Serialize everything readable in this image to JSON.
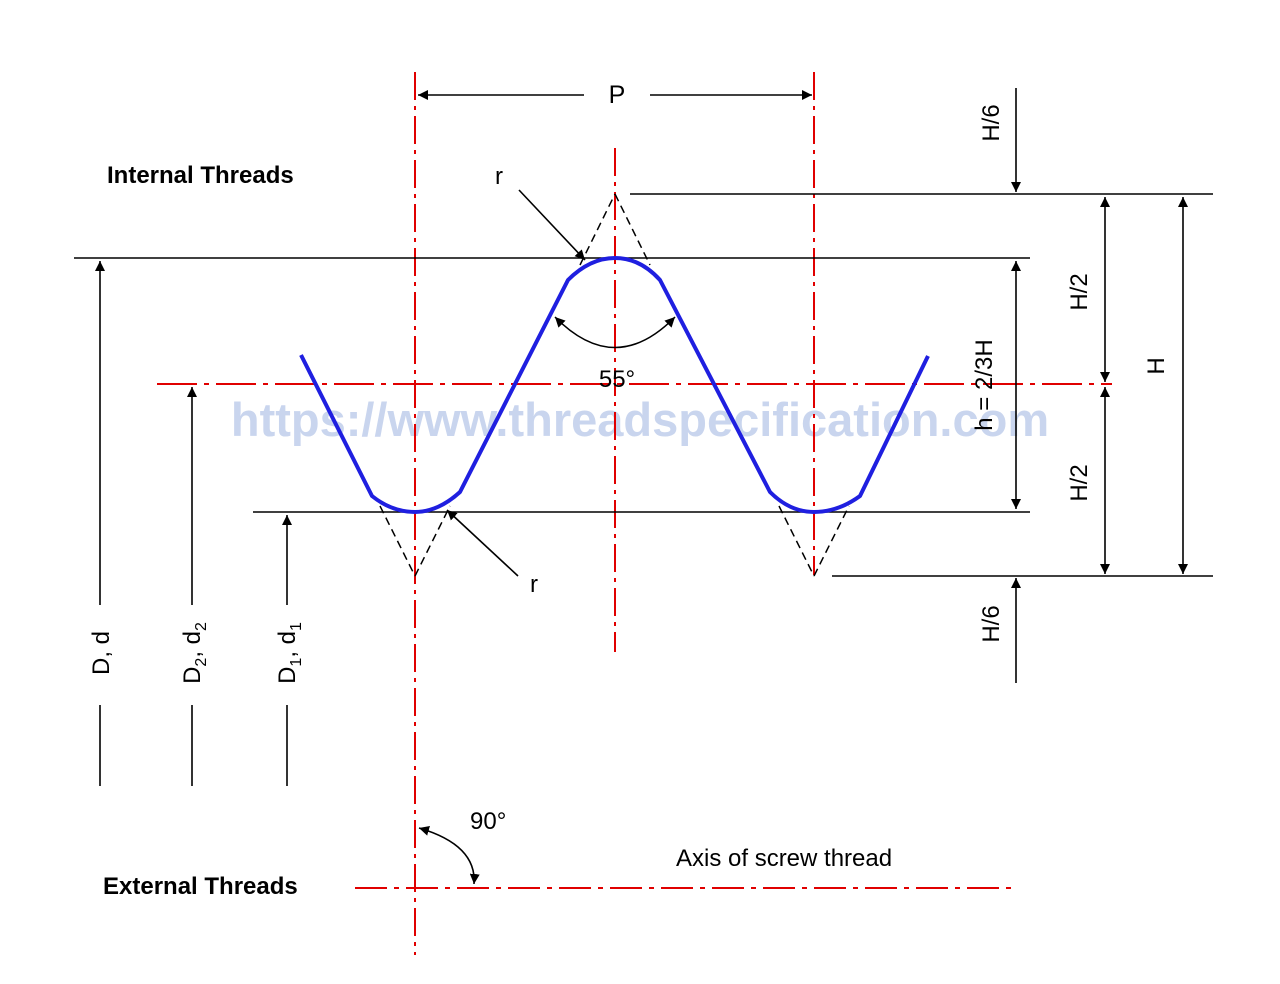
{
  "labels": {
    "pitch": "P",
    "internal_threads": "Internal Threads",
    "external_threads": "External Threads",
    "radius_top": "r",
    "radius_bottom": "r",
    "angle_flank": "55°",
    "angle_axis": "90°",
    "axis": "Axis of screw thread",
    "h_sixth_top": "H/6",
    "h_sixth_bottom": "H/6",
    "h_half_top": "H/2",
    "h_half_bottom": "H/2",
    "h_full": "H",
    "h_depth": "h = 2/3H",
    "d_major": "D, d",
    "d_pitch_main": "D",
    "d_pitch_sub": "2",
    "d_pitch_sep": ", d",
    "d_pitch_sub2": "2",
    "d_minor_main": "D",
    "d_minor_sub": "1",
    "d_minor_sep": ", d",
    "d_minor_sub2": "1"
  },
  "watermark": "https://www.threadspecification.com",
  "colors": {
    "profile": "#1f1fe0",
    "centerline": "#e00000",
    "dimension": "#000000",
    "watermark": "#c9d5ee"
  }
}
